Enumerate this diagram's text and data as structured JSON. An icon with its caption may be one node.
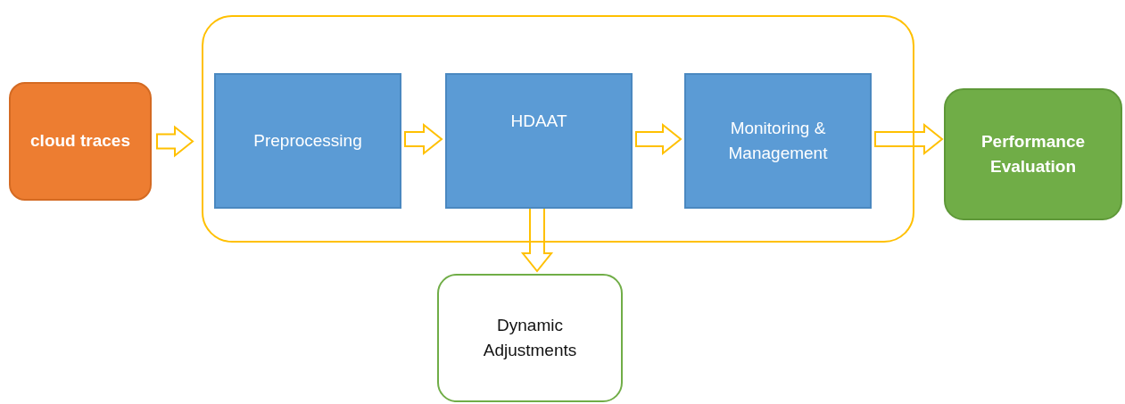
{
  "diagram": {
    "nodes": [
      {
        "text": [
          "cloud traces"
        ]
      },
      {
        "text": [],
        "shape": "box"
      },
      {
        "text": [
          "Preprocessing"
        ],
        "in": 1
      },
      {
        "text": [
          "HDAAT"
        ],
        "in": 1
      },
      {
        "text": [
          "Monitoring & Management"
        ],
        "in": 1
      },
      {
        "text": [
          "Performance Evaluation"
        ]
      },
      {
        "text": [
          "Dynamic Adjustments"
        ]
      }
    ],
    "edges": [
      {
        "from": 0,
        "to": 1,
        "arrow": "to"
      },
      {
        "from": 2,
        "to": 3,
        "arrow": "to"
      },
      {
        "from": 3,
        "to": 4,
        "arrow": "to"
      },
      {
        "from": 4,
        "to": 5,
        "arrow": "to"
      },
      {
        "from": 3,
        "to": 6,
        "arrow": "to"
      }
    ]
  }
}
